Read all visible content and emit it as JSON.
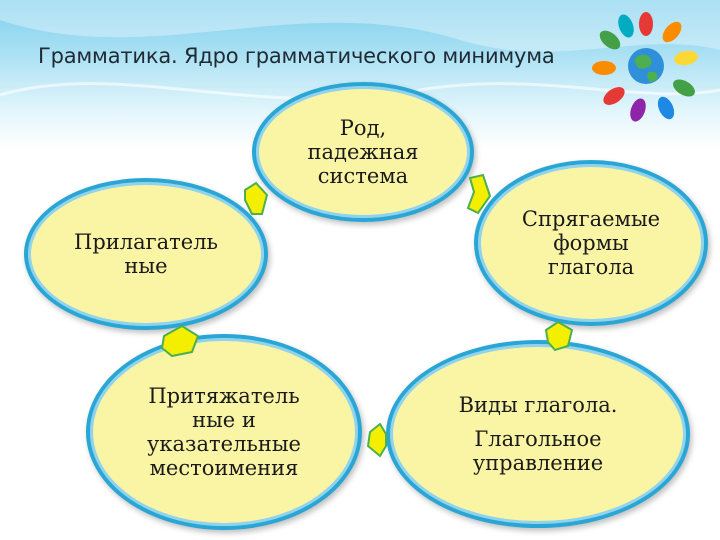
{
  "title": "Грамматика. Ядро грамматического минимума",
  "logo_icon": "globe-hands-icon",
  "nodes": {
    "top": {
      "lines": [
        "Род,",
        "падежная",
        "система"
      ]
    },
    "left": {
      "lines": [
        "Прилагатель",
        "ные"
      ]
    },
    "right": {
      "lines": [
        "Спрягаемые",
        "формы",
        "глагола"
      ]
    },
    "bottom_left": {
      "lines": [
        "Притяжатель",
        "ные и",
        "указательные",
        "местоимения"
      ]
    },
    "bottom_right": {
      "lines": [
        "Виды глагола.",
        "Глагольное",
        "управление"
      ]
    }
  },
  "colors": {
    "node_fill": "#faf5a5",
    "node_border": "#2aa6d6",
    "arrow_fill": "#f4ef00",
    "arrow_stroke": "#4caf50"
  }
}
